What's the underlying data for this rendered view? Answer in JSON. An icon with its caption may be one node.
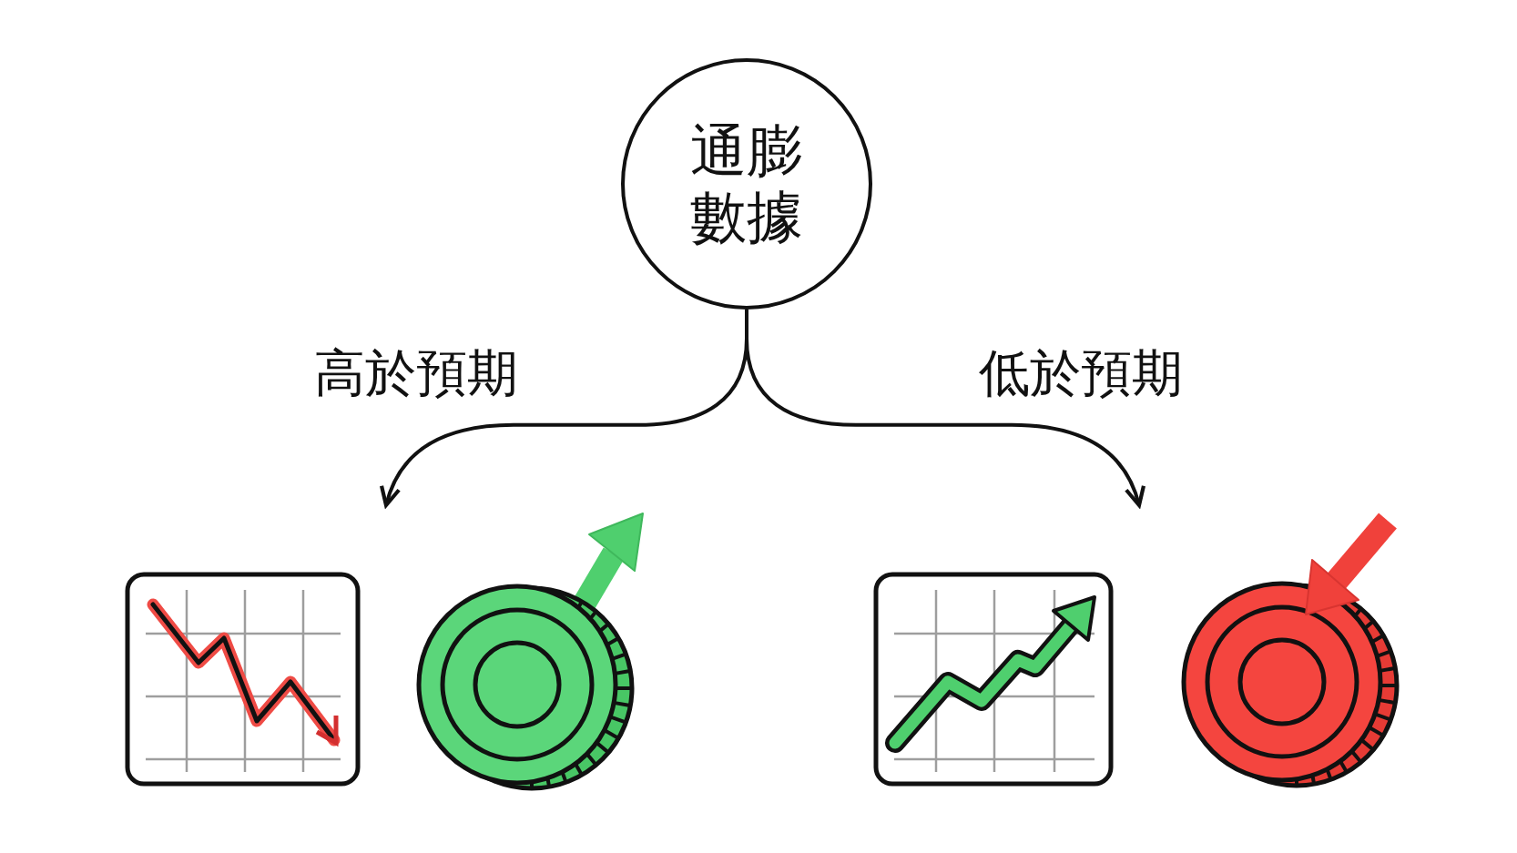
{
  "diagram": {
    "nodes": [
      {
        "text": [
          "通膨數據"
        ]
      },
      {
        "text": [],
        "shape": "picture"
      },
      {
        "text": [],
        "shape": "picture"
      }
    ],
    "edges": [
      {
        "from": 0,
        "to": 1,
        "arrow": "to",
        "label": "高於預期"
      },
      {
        "from": 0,
        "to": 2,
        "arrow": "to",
        "label": "低於預期"
      }
    ]
  }
}
